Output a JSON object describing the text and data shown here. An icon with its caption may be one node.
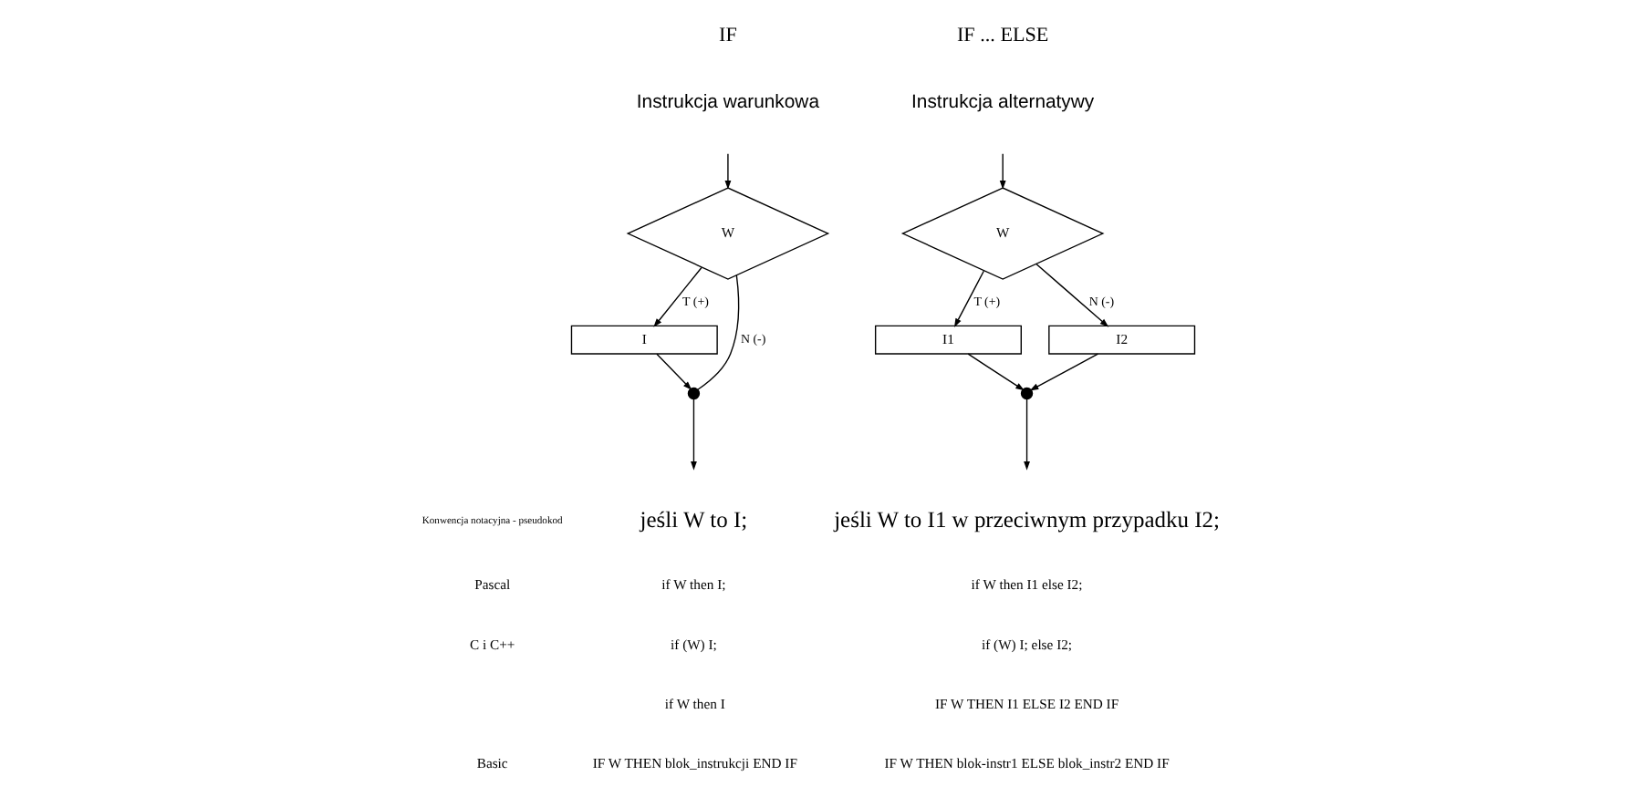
{
  "diagram": {
    "nodes": [
      {
        "text": [
          "W"
        ]
      },
      {
        "text": [
          "I"
        ]
      },
      {
        "text": [],
        "shape": "point"
      },
      {
        "text": [
          "W"
        ]
      },
      {
        "text": [
          "I1"
        ]
      },
      {
        "text": [
          "I2"
        ]
      },
      {
        "text": [],
        "shape": "point"
      }
    ],
    "edges": [
      {
        "from": null,
        "to": 0,
        "arrow": "to"
      },
      {
        "from": 0,
        "to": 1,
        "arrow": "to",
        "label": "T (+)"
      },
      {
        "from": 0,
        "to": 2,
        "arrow": "none",
        "label": "N (-)"
      },
      {
        "from": 1,
        "to": 2,
        "arrow": "to"
      },
      {
        "from": 2,
        "to": null,
        "arrow": "to"
      },
      {
        "from": null,
        "to": 3,
        "arrow": "to"
      },
      {
        "from": 3,
        "to": 4,
        "arrow": "to",
        "label": "T (+)"
      },
      {
        "from": 3,
        "to": 5,
        "arrow": "to",
        "label": "N (-)"
      },
      {
        "from": 4,
        "to": 6,
        "arrow": "to"
      },
      {
        "from": 5,
        "to": 6,
        "arrow": "to"
      },
      {
        "from": 6,
        "to": null,
        "arrow": "to"
      }
    ],
    "labels": [
      "IF",
      "Instrukcja warunkowa",
      "IF ... ELSE",
      "Instrukcja alternatywy",
      "Konwencja notacyjna - pseudokod",
      "jeśli W to I;",
      "Pascal",
      "if W then I;",
      "C i C++",
      "if (W) I;",
      "Basic",
      "if W then I",
      "IF W THEN blok_instrukcji END IF",
      "jeśli W to I1 w przeciwnym przypadku I2;",
      "if W then I1 else I2;",
      "if (W) I; else I2;",
      "IF W THEN I1 ELSE I2 END IF",
      "IF W THEN blok-instr1 ELSE blok_instr2 END IF"
    ]
  }
}
